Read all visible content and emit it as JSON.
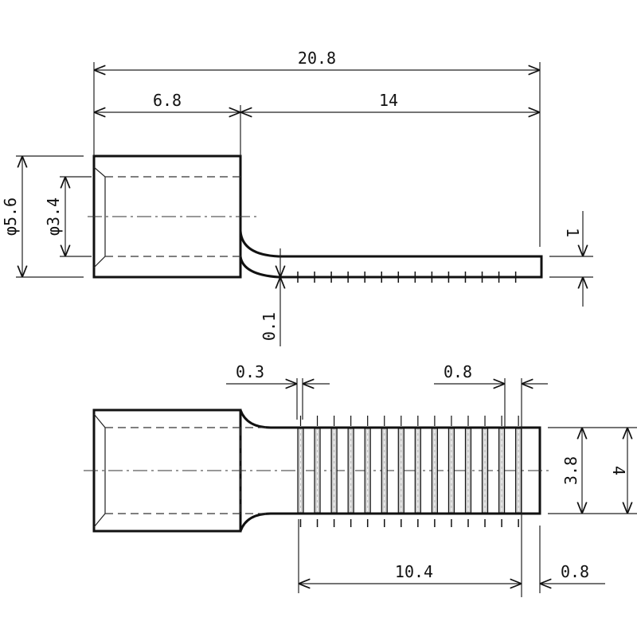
{
  "side_view": {
    "overall_length": "20.8",
    "barrel_length": "6.8",
    "blade_length": "14",
    "outer_diameter": "φ5.6",
    "inner_diameter": "φ3.4",
    "blade_thickness": "1",
    "offset": "0.1"
  },
  "plan_view": {
    "groove_width": "0.3",
    "groove_pitch": "0.8",
    "serrated_length": "10.4",
    "tip_length": "0.8",
    "inner_width": "3.8",
    "blade_width": "4"
  },
  "groove_count": 14
}
